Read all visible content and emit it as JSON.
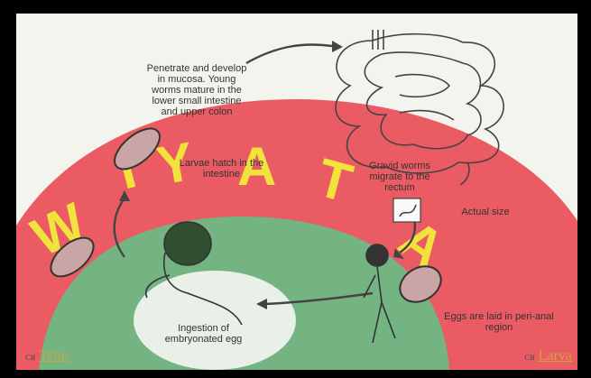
{
  "diagram": {
    "labels": {
      "penetrate": "Penetrate and develop in mucosa. Young worms mature in the lower small intestine and upper colon",
      "larvae": "Larvae hatch in the intestine",
      "gravid": "Gravid worms migrate to the rectum",
      "actual_size": "Actual size",
      "eggs": "Eggs are laid in peri-anal region",
      "ingestion": "Ingestion of embryonated egg"
    }
  },
  "footer": {
    "left_link": "Telur",
    "right_link": "Larva",
    "bullet_symbol": "ᴄᴚ"
  },
  "watermark": {
    "letters": [
      "W",
      "I",
      "Y",
      "A",
      "T",
      "A"
    ],
    "colors": {
      "outer": "#e8404a",
      "inner": "#5fc488",
      "letters": "#f2e23c"
    }
  }
}
